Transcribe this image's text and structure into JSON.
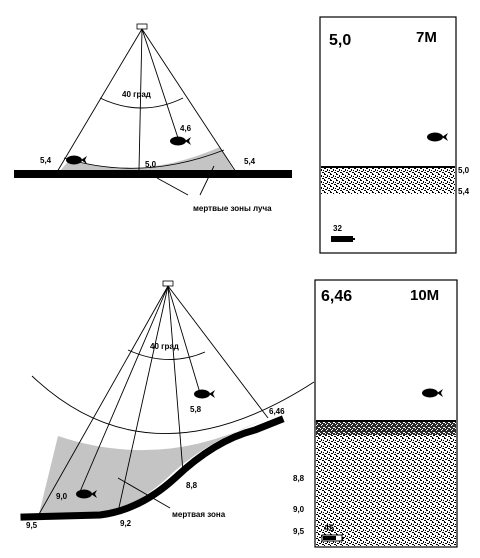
{
  "top": {
    "angle_label": "40 град",
    "fish_depth": "4,6",
    "left_edge_depth": "5,4",
    "center_depth": "5,0",
    "right_edge_depth": "5,4",
    "dead_zone_label": "мертвые зоны луча",
    "screen": {
      "depth": "5,0",
      "range": "7M",
      "bottom_depth": "5,0",
      "edge_depth": "5,4",
      "battery_value": "32"
    }
  },
  "bottom": {
    "angle_label": "40 град",
    "fish_depth": "5,8",
    "slope_depth": "6,46",
    "mid_depth": "8,8",
    "deep_fish_depth": "9,0",
    "left_depth": "9,5",
    "lower_depth": "9,2",
    "dead_zone_label": "мертвая зона",
    "screen": {
      "depth": "6,46",
      "range": "10M",
      "scale_1": "8,8",
      "scale_2": "9,0",
      "scale_3": "9,5",
      "battery_value": "45"
    }
  },
  "colors": {
    "ink": "#000000",
    "dead_zone": "#c4c4c4",
    "paper": "#ffffff"
  }
}
